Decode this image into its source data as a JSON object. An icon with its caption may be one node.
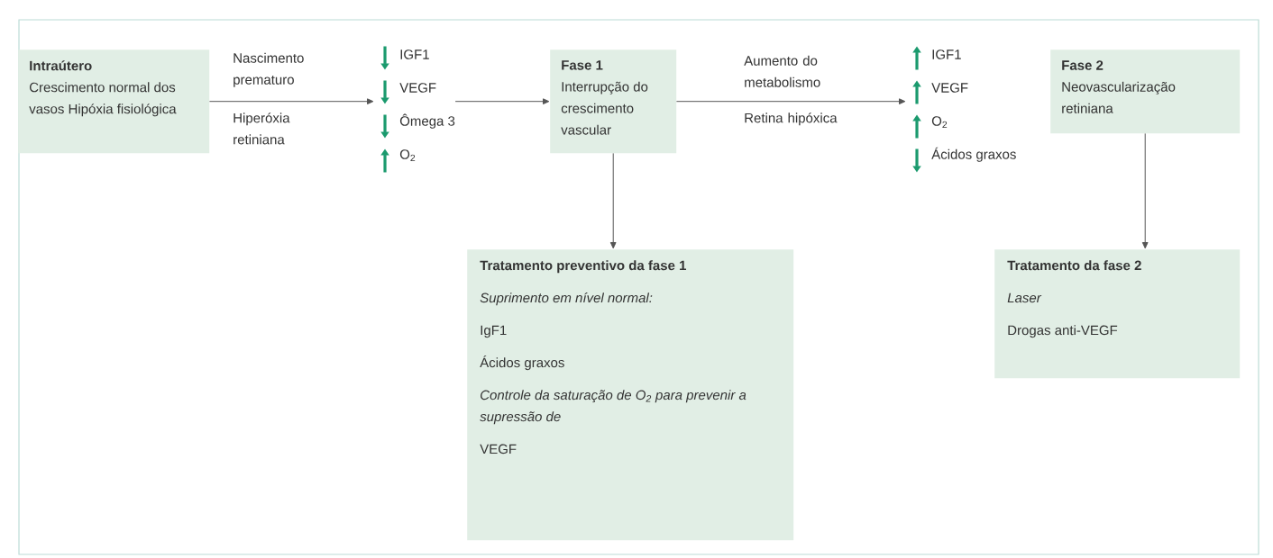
{
  "diagram": {
    "nodes": [
      {
        "text": [
          "Intraútero",
          "Crescimento normal dos vasos Hipóxia fisiológica"
        ]
      },
      {
        "text": [
          "IGF1",
          "VEGF",
          "Ômega 3",
          "O$_{2}$"
        ]
      },
      {
        "text": [
          "Fase 1",
          "Interrupção do crescimento vascular"
        ]
      },
      {
        "text": [
          "IGF1",
          "VEGF",
          "O$_{2}$",
          "Ácidos graxos"
        ]
      },
      {
        "text": [
          "Fase 2",
          "Neovascularização retiniana"
        ]
      },
      {
        "text": [
          "Tratamento preventivo da fase 1",
          "Suprimento em nível normal:",
          "IgF1",
          "Ácidos graxos",
          "Controle da saturação de O$_{2}$ para prevenir a supressão de",
          "VEGF"
        ]
      },
      {
        "text": [
          "Tratamento da fase 2",
          "Laser",
          "Drogas anti-VEGF"
        ]
      }
    ],
    "edges": [
      {
        "from": 0,
        "to": 1,
        "arrow": "to",
        "label": "Nascimento prematuro"
      },
      {
        "from": 1,
        "to": 2,
        "arrow": "to"
      },
      {
        "from": 2,
        "to": 3,
        "arrow": "to",
        "label": "Aumento do metabolismo"
      },
      {
        "from": 2,
        "to": 5,
        "arrow": "to"
      },
      {
        "from": 4,
        "to": 6,
        "arrow": "to"
      }
    ],
    "labels": [
      "Hiperóxia retiniana",
      "Retina hipóxica"
    ]
  }
}
